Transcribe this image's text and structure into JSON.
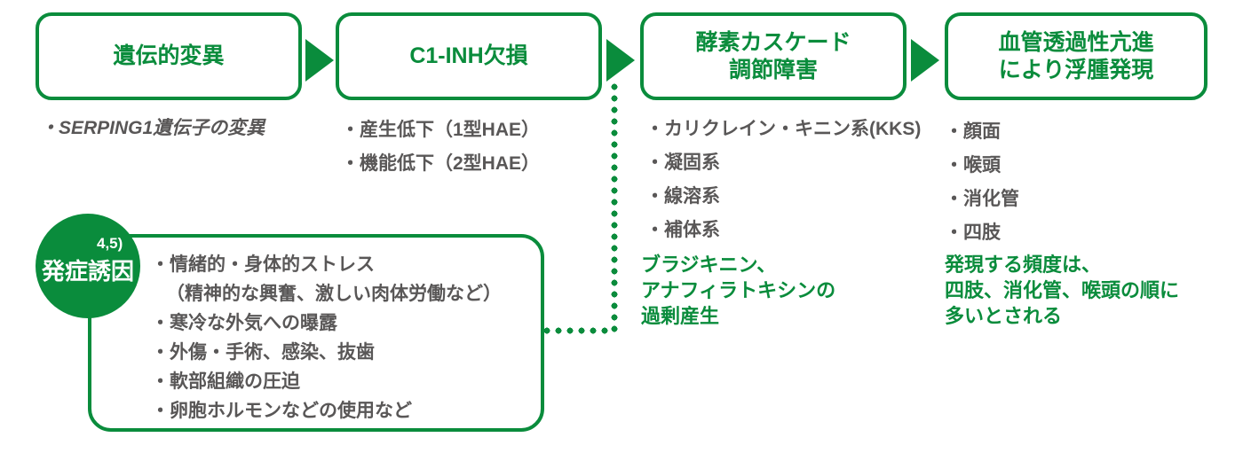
{
  "colors": {
    "green": "#0A8C3C",
    "gray": "#595757"
  },
  "flow": {
    "boxes": [
      {
        "title_lines": [
          "遺伝的変異"
        ]
      },
      {
        "title_lines": [
          "C1-INH欠損"
        ]
      },
      {
        "title_lines": [
          "酵素カスケード",
          "調節障害"
        ]
      },
      {
        "title_lines": [
          "血管透過性亢進",
          "により浮腫発現"
        ]
      }
    ]
  },
  "lists": {
    "genetic": [
      "・SERPING1遺伝子の変異"
    ],
    "c1inh": [
      "・産生低下（1型HAE）",
      "・機能低下（2型HAE）"
    ],
    "cascade": [
      "・カリクレイン・キニン系(KKS)",
      "・凝固系",
      "・線溶系",
      "・補体系"
    ],
    "edema": [
      "・顔面",
      "・喉頭",
      "・消化管",
      "・四肢"
    ]
  },
  "notes": {
    "cascade": [
      "ブラジキニン、",
      "アナフィラトキシンの",
      "過剰産生"
    ],
    "edema": [
      "発現する頻度は、",
      "四肢、消化管、喉頭の順に",
      "多いとされる"
    ]
  },
  "trigger": {
    "reference": "4,5)",
    "label": "発症誘因",
    "items": [
      "・情緒的・身体的ストレス",
      "（精神的な興奮、激しい肉体労働など）",
      "・寒冷な外気への曝露",
      "・外傷・手術、感染、抜歯",
      "・軟部組織の圧迫",
      "・卵胞ホルモンなどの使用など"
    ]
  }
}
